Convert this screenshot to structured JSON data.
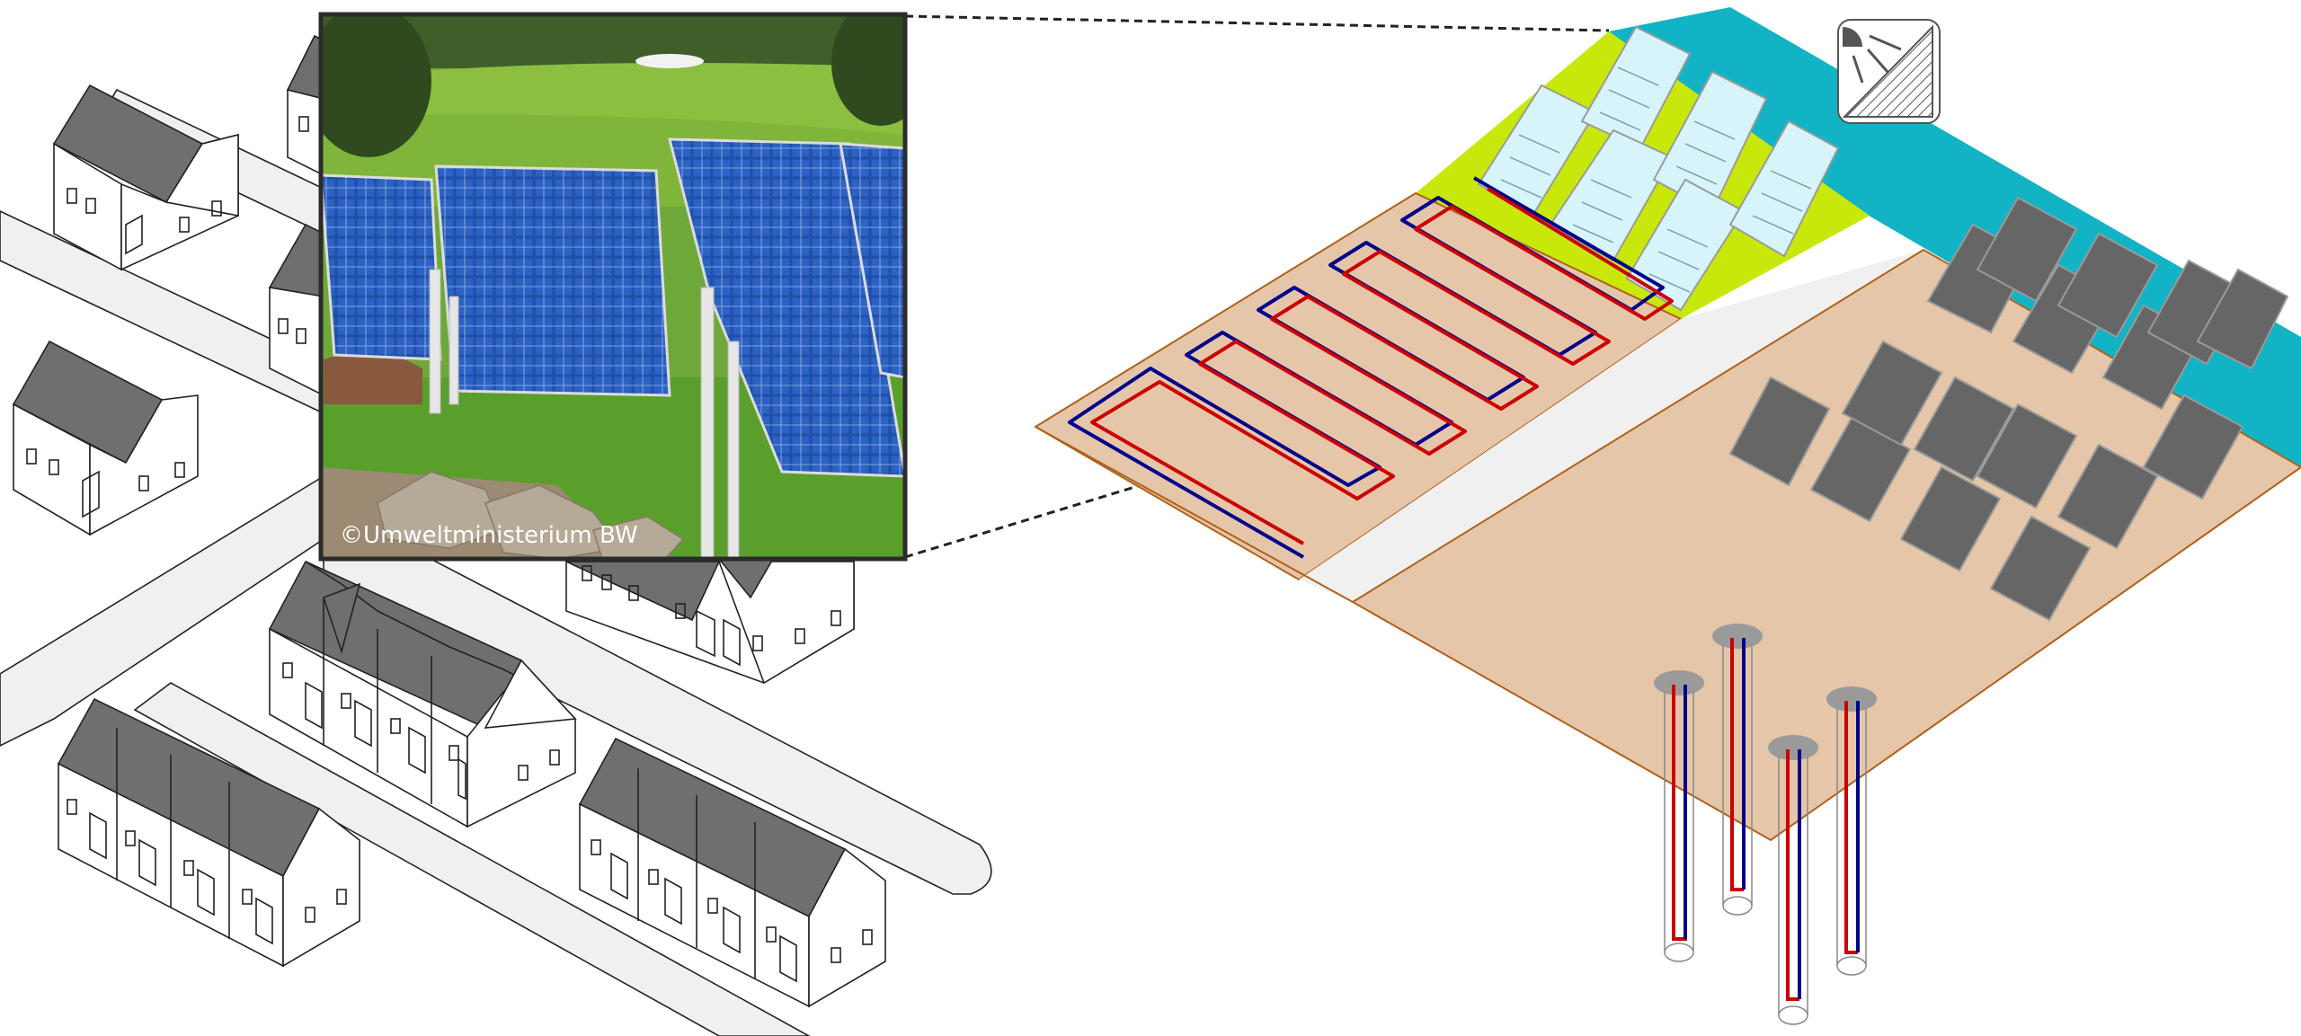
{
  "photo": {
    "credit": "©Umweltministerium BW"
  },
  "icons": {
    "sun": "sun-panel-icon",
    "photo": "solar-panel-photo",
    "village": "isometric-village",
    "field": "solar-thermal-field"
  },
  "colors": {
    "water": "#12b3c4",
    "green_strip": "#c8e80c",
    "soil": "#e5c6a8",
    "panel_light": "#d6f4fa",
    "panel_dark": "#666666",
    "roof": "#6f6f6f",
    "pipe_red": "#cc0000",
    "pipe_blue": "#00008b",
    "road": "#f0f0f0"
  }
}
